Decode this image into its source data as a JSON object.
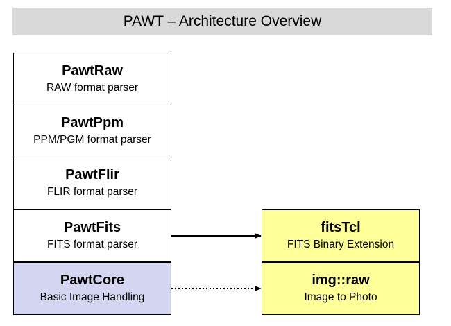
{
  "title": "PAWT – Architecture Overview",
  "colors": {
    "title_bg": "#d9d9d9",
    "core_fill": "#d4d5f0",
    "external_fill": "#ffff99",
    "module_fill": "#ffffff"
  },
  "modules": [
    {
      "name": "PawtRaw",
      "desc": "RAW format parser"
    },
    {
      "name": "PawtPpm",
      "desc": "PPM/PGM format parser"
    },
    {
      "name": "PawtFlir",
      "desc": "FLIR format parser"
    },
    {
      "name": "PawtFits",
      "desc": "FITS format parser"
    },
    {
      "name": "PawtCore",
      "desc": "Basic Image Handling"
    }
  ],
  "externals": [
    {
      "name": "fitsTcl",
      "desc": "FITS Binary Extension"
    },
    {
      "name": "img::raw",
      "desc": "Image to Photo"
    }
  ],
  "connections": [
    {
      "from": "PawtFits",
      "to": "fitsTcl",
      "style": "solid"
    },
    {
      "from": "PawtCore",
      "to": "img::raw",
      "style": "dotted"
    }
  ]
}
